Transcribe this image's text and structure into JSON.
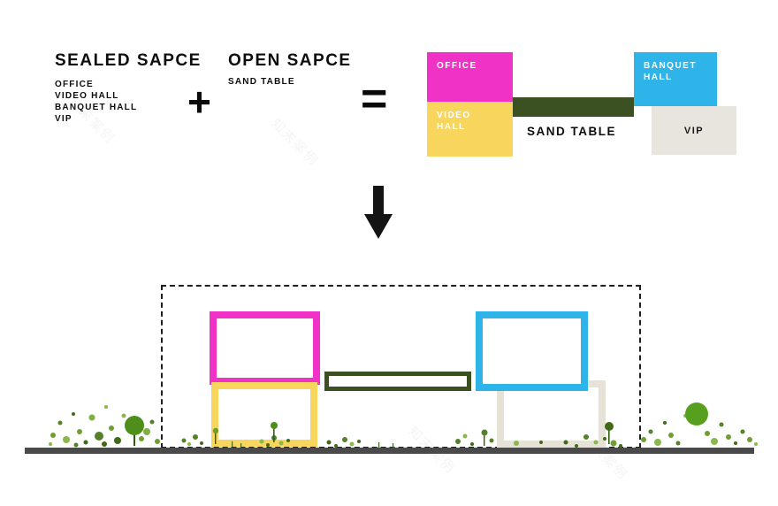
{
  "watermark": {
    "text": "知末案例"
  },
  "equation": {
    "sealed_title": "SEALED SAPCE",
    "sealed_items": [
      "OFFICE",
      "VIDEO HALL",
      "BANQUET HALL",
      "VIP"
    ],
    "plus": "+",
    "open_title": "OPEN SAPCE",
    "open_subtitle": "SAND TABLE",
    "equals": "="
  },
  "legend_blocks": {
    "office": "OFFICE",
    "video_hall": "VIDEO HALL",
    "sand_table": "SAND TABLE",
    "banquet_hall": "BANQUET HALL",
    "vip": "VIP"
  },
  "colors": {
    "office_magenta": "#f033c6",
    "video_yellow": "#f8d55c",
    "sand_green": "#3c5122",
    "banquet_cyan": "#2fb4e9",
    "vip_gray": "#e8e5de",
    "ground_gray": "#4a4a4a"
  }
}
